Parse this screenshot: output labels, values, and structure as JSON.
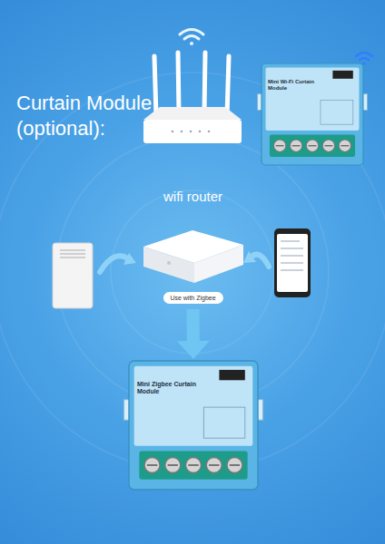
{
  "diagram": {
    "title": "Curtain Module (optional):",
    "nodes": [
      {
        "text": [
          "wifi router"
        ]
      },
      {
        "text": [
          "Mini Wi-Fi Curtain Module"
        ]
      },
      {
        "text": [
          "Use with Zigbee"
        ]
      },
      {
        "text": [
          "Mini Zigbee Curtain Module"
        ]
      }
    ],
    "edges": [
      {
        "from": 2,
        "to": 3,
        "arrow": "to"
      }
    ]
  }
}
